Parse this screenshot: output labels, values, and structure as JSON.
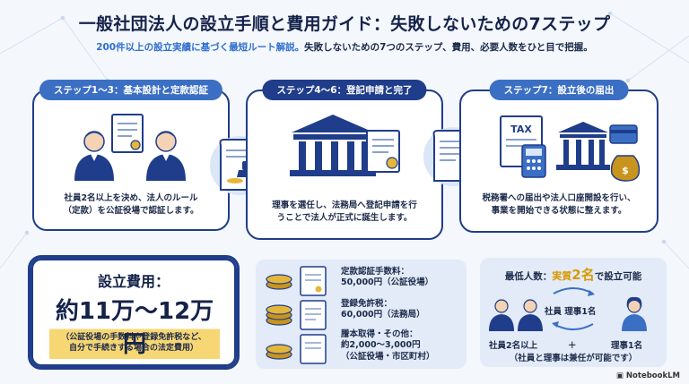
{
  "header": {
    "title": "一般社団法人の設立手順と費用ガイド：失敗しないための7ステップ",
    "subtitle_highlight": "200件以上の設立実績に基づく最短ルート解説。",
    "subtitle_rest": "失敗しないための7つのステップ、費用、必要人数をひと目で把握。"
  },
  "steps": [
    {
      "tab": "ステップ1〜3：基本設計と定款認証",
      "desc_line1": "社員2名以上を決め、法人のルール",
      "desc_line2": "（定款）を公証役場で認証します。"
    },
    {
      "tab": "ステップ4〜6：登記申請と完了",
      "desc_line1": "理事を選任し、法務局へ登記申請を行",
      "desc_line2": "うことで法人が正式に誕生します。"
    },
    {
      "tab": "ステップ7：設立後の届出",
      "desc_line1": "税務署への届出や法人口座開設を行い、",
      "desc_line2": "事業を開始できる状態に整えます。",
      "tax_label": "TAX"
    }
  ],
  "cost": {
    "title": "設立費用：",
    "value": "約11万〜12万円",
    "note_line1": "（公証役場の手数料や登録免許税など、",
    "note_line2": "自分で手続きする場合の法定費用）"
  },
  "fees": [
    {
      "label": "定款認証手数料：",
      "amount": "50,000円（公証役場）"
    },
    {
      "label": "登録免許税：",
      "amount": "60,000円（法務局）"
    },
    {
      "label": "謄本取得・その他：",
      "amount": "約2,000〜3,000円",
      "note": "（公証役場・市区町村）"
    }
  ],
  "minimum": {
    "title_prefix": "最低人数：",
    "title_hl_a": "実質",
    "title_hl_num": "2名",
    "title_suffix": "で設立可能",
    "overlap_label": "社員 理事1名",
    "members_label": "社員2名以上",
    "plus": "＋",
    "directors_label": "理事1名",
    "note": "（社員と理事は兼任が可能です）"
  },
  "watermark": "NotebookLM",
  "colors": {
    "navy": "#1f3d8a",
    "tab_dark": "#1f3d8a",
    "tab_mid": "#3b6fc4",
    "highlight": "#f7d774",
    "gold": "#d89a00"
  }
}
